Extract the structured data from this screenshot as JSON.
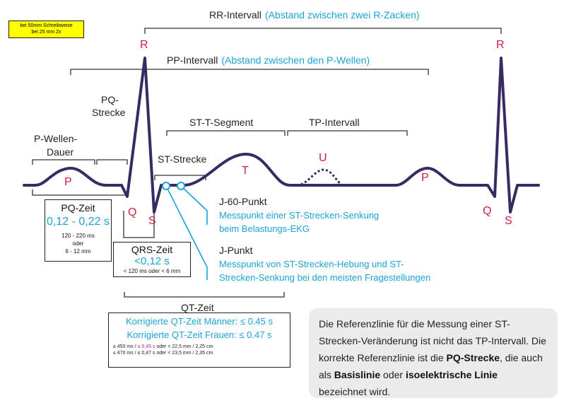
{
  "note": {
    "line1": "bei 50mm Schreibweise",
    "line2": "bei 25 mm 2x"
  },
  "intervals": {
    "rr_label": "RR-Intervall",
    "rr_desc": "(Abstand zwischen zwei R-Zacken)",
    "pp_label": "PP-Intervall",
    "pp_desc": "(Abstand zwischen den P-Wellen)",
    "pq_strecke_1": "PQ-",
    "pq_strecke_2": "Strecke",
    "pwellen_1": "P-Wellen-",
    "pwellen_2": "Dauer",
    "st_t_segment": "ST-T-Segment",
    "tp_intervall": "TP-Intervall",
    "st_strecke": "ST-Strecke"
  },
  "waves": {
    "r1": "R",
    "r2": "R",
    "p1": "P",
    "p2": "P",
    "q1": "Q",
    "q2": "Q",
    "s1": "S",
    "s2": "S",
    "t": "T",
    "u": "U"
  },
  "pq_box": {
    "title": "PQ-Zeit",
    "value": "0,12 - 0,22 s",
    "l1": "120 - 220 ms",
    "l2": "oder",
    "l3": "6 - 12 mm"
  },
  "qrs_box": {
    "title": "QRS-Zeit",
    "value": "<0,12 s",
    "sub": "< 120 ms oder < 6 mm"
  },
  "qt": {
    "label": "QT-Zeit",
    "men": "Korrigierte QT-Zeit Männer: ≤ 0.45 s",
    "women": "Korrigierte QT-Zeit Frauen: ≤ 0.47 s",
    "men_a": "≤ 450 ms / ",
    "men_b": "≤ 0,45 s",
    "men_c": " oder < 22,5 mm / 2,25 cm",
    "women_a": "≤ 470 ms / ≤ 0,47 s oder < 23,5 mm / 2,35 cm"
  },
  "j60": {
    "title": "J-60-Punkt",
    "desc1": "Messpunkt einer ST-Strecken-Senkung",
    "desc2": "beim Belastungs-EKG"
  },
  "jpunkt": {
    "title": "J-Punkt",
    "desc1": "Messpunkt von ST-Strecken-Hebung und ST-",
    "desc2": "Strecken-Senkung bei den meisten Fragestellungen"
  },
  "info": {
    "t1": "Die Referenzlinie für die Messung einer ST-",
    "t2": "Strecken-Veränderung ist nicht das TP-Intervall. Die",
    "t3a": "korrekte Referenzlinie ist die ",
    "t3b": "PQ-Strecke",
    "t3c": ", die auch",
    "t4a": "als ",
    "t4b": "Basislinie",
    "t4c": " oder ",
    "t4d": "isoelektrische Linie",
    "t5": "bezeichnet wird."
  },
  "colors": {
    "ecg": "#3a2a63",
    "wave_label": "#cc1f3c",
    "accent": "#1aa3d6",
    "bracket": "#333333"
  }
}
